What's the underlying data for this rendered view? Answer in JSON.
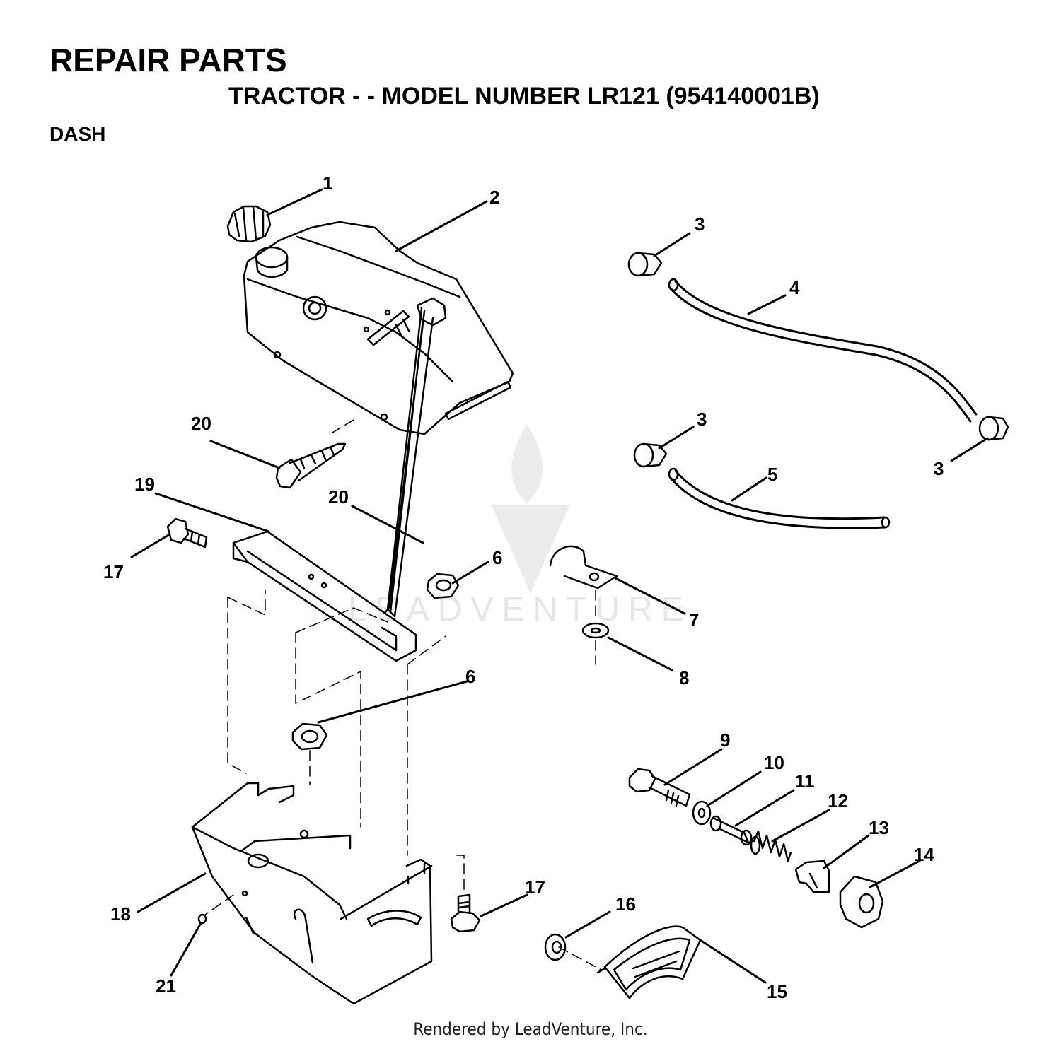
{
  "header": {
    "title": "REPAIR PARTS",
    "subtitle": "TRACTOR - - MODEL NUMBER LR121 (954140001B)",
    "section": "DASH"
  },
  "parts": [
    {
      "ref": "1"
    },
    {
      "ref": "2"
    },
    {
      "ref": "3"
    },
    {
      "ref": "4"
    },
    {
      "ref": "5"
    },
    {
      "ref": "6"
    },
    {
      "ref": "7"
    },
    {
      "ref": "8"
    },
    {
      "ref": "9"
    },
    {
      "ref": "10"
    },
    {
      "ref": "11"
    },
    {
      "ref": "12"
    },
    {
      "ref": "13"
    },
    {
      "ref": "14"
    },
    {
      "ref": "15"
    },
    {
      "ref": "16"
    },
    {
      "ref": "17"
    },
    {
      "ref": "18"
    },
    {
      "ref": "19"
    },
    {
      "ref": "20"
    },
    {
      "ref": "21"
    }
  ],
  "watermark": "LEADVENTURE",
  "footer": "Rendered by LeadVenture, Inc."
}
